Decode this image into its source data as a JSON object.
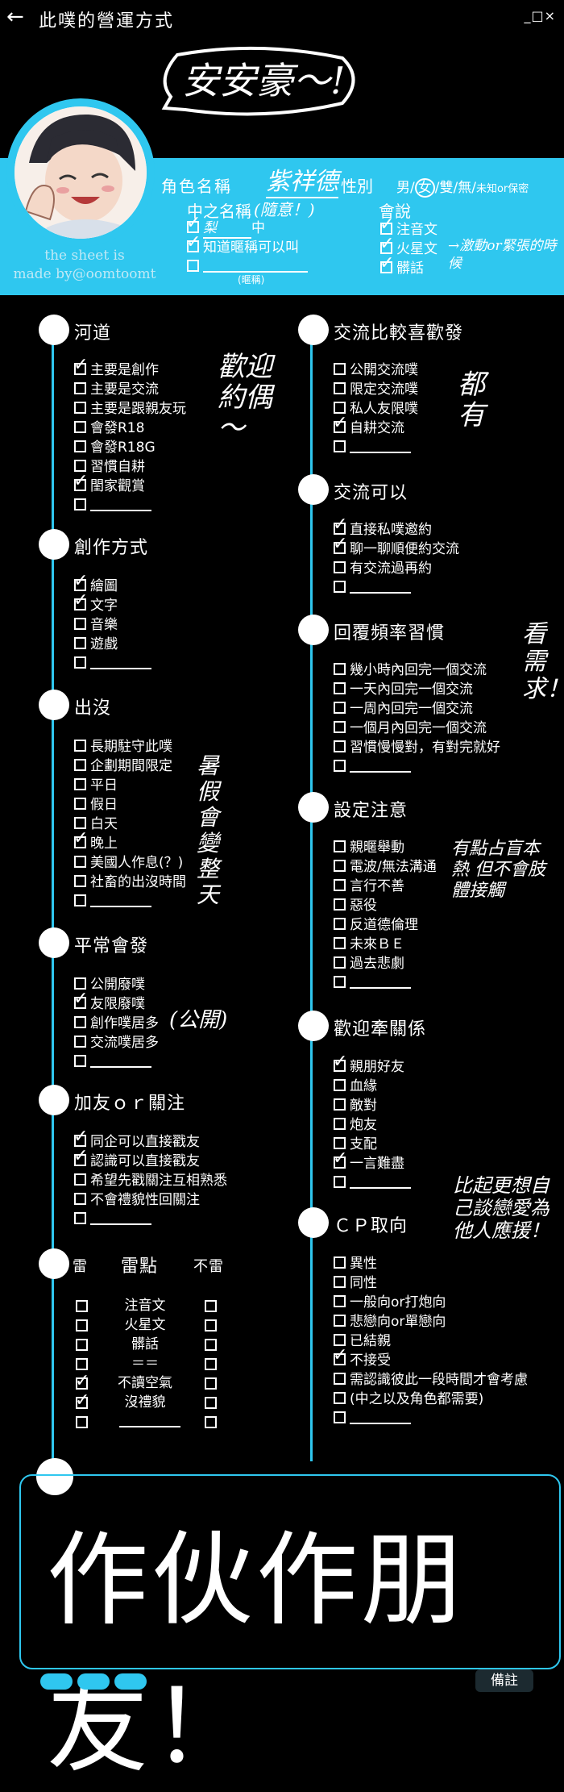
{
  "topbar": {
    "back_icon": "arrow-left-icon",
    "title": "此噗的營運方式",
    "window_controls": "_□×"
  },
  "greeting": "安安豪～!",
  "profile": {
    "name_label": "角色名稱",
    "name_value": "紫祥德",
    "gender_label": "性別",
    "gender_options": [
      "男",
      "女",
      "雙",
      "無"
    ],
    "gender_unknown": "未知or保密",
    "gender_selected": "女",
    "nick_label": "中之名稱",
    "nick_note": "(隨意！)",
    "nick_opt1": "梨",
    "nick_opt1_suffix": "中",
    "nick_opt2": "知道暱稱可以叫",
    "nick_opt3_caption": "(暱稱)",
    "lang_label": "會說",
    "lang_opts": [
      "注音文",
      "火星文",
      "髒話"
    ],
    "lang_note": "→激動or緊張的時候",
    "credit_line1": "the sheet is",
    "credit_line2": "made by@oomtoomt"
  },
  "left": {
    "river": {
      "title": "河道",
      "items": [
        "主要是創作",
        "主要是交流",
        "主要是跟親友玩",
        "會發R18",
        "會發R18G",
        "習慣自耕",
        "閨家觀賞"
      ],
      "note": "歡迎約偶～"
    },
    "creation": {
      "title": "創作方式",
      "items": [
        "繪圖",
        "文字",
        "音樂",
        "遊戲"
      ]
    },
    "appear": {
      "title": "出沒",
      "items": [
        "長期駐守此噗",
        "企劃期間限定",
        "平日",
        "假日",
        "白天",
        "晚上",
        "美國人作息(？)",
        "社畜的出沒時間"
      ],
      "note": "暑假會變整天"
    },
    "usual": {
      "title": "平常會發",
      "items": [
        "公開廢噗",
        "友限廢噗",
        "創作噗居多",
        "交流噗居多"
      ],
      "note": "(公開)"
    },
    "friend": {
      "title": "加友ｏｒ關注",
      "items": [
        "同企可以直接戳友",
        "認識可以直接戳友",
        "希望先戳關注互相熟悉",
        "不會禮貌性回關注"
      ]
    },
    "mine": {
      "title": "雷點",
      "left_head": "雷",
      "right_head": "不雷",
      "items": [
        "注音文",
        "火星文",
        "髒話",
        "＝＝",
        "不讀空氣",
        "沒禮貌"
      ]
    }
  },
  "right": {
    "exchange_pref": {
      "title": "交流比較喜歡發",
      "items": [
        "公開交流噗",
        "限定交流噗",
        "私人友限噗",
        "自耕交流"
      ],
      "note": "都有"
    },
    "exchange_ok": {
      "title": "交流可以",
      "items": [
        "直接私噗邀約",
        "聊一聊順便約交流",
        "有交流過再約"
      ]
    },
    "reply": {
      "title": "回覆頻率習慣",
      "items": [
        "幾小時內回完一個交流",
        "一天內回完一個交流",
        "一周內回完一個交流",
        "一個月內回完一個交流",
        "習慣慢慢對，有對完就好"
      ],
      "note": "看需求！"
    },
    "setting": {
      "title": "設定注意",
      "items": [
        "親暱舉動",
        "電波/無法溝通",
        "言行不善",
        "惡役",
        "反道德倫理",
        "未來ＢＥ",
        "過去悲劇"
      ],
      "note": "有點占盲本熱 但不會肢體接觸"
    },
    "relation": {
      "title": "歡迎牽關係",
      "items": [
        "親朋好友",
        "血緣",
        "敵對",
        "炮友",
        "支配",
        "一言難盡"
      ]
    },
    "cp": {
      "title": "ＣＰ取向",
      "items": [
        "異性",
        "同性",
        "一般向or打炮向",
        "悲戀向or單戀向",
        "已結親",
        "不接受",
        "需認識彼此一段時間才會考慮",
        "(中之以及角色都需要)"
      ],
      "note": "比起更想自己談戀愛為他人應援！"
    }
  },
  "bottom": {
    "text": "作伙作朋友！",
    "note_button": "備註"
  }
}
